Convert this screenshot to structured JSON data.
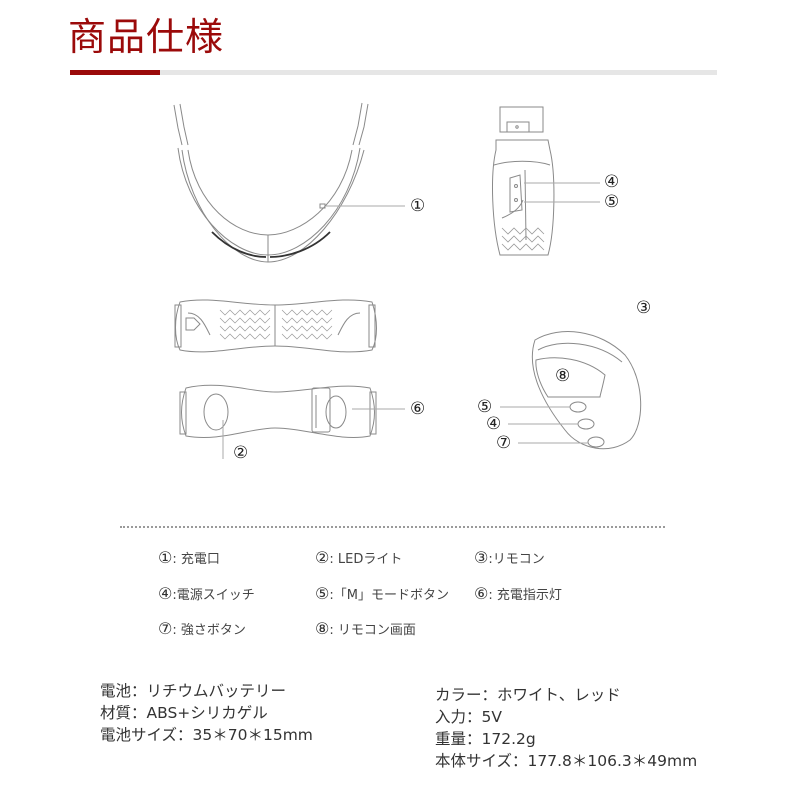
{
  "header": {
    "title": "商品仕様",
    "accent_color": "#9b0a0a"
  },
  "diagram": {
    "callouts": {
      "c1": "①",
      "c4a": "④",
      "c5a": "⑤",
      "c3": "③",
      "c8": "⑧",
      "c5b": "⑤",
      "c4b": "④",
      "c7": "⑦",
      "c6": "⑥",
      "c2": "②"
    }
  },
  "legend": {
    "items": [
      {
        "num": "①",
        "sep": ": ",
        "label": "充電口"
      },
      {
        "num": "②",
        "sep": ": ",
        "label": "LEDライト"
      },
      {
        "num": "③",
        "sep": ":",
        "label": "リモコン"
      },
      {
        "num": "④",
        "sep": ":",
        "label": "電源スイッチ"
      },
      {
        "num": "⑤",
        "sep": ":",
        "label": "「M」モードボタン"
      },
      {
        "num": "⑥",
        "sep": ": ",
        "label": "充電指示灯"
      },
      {
        "num": "⑦",
        "sep": ": ",
        "label": "強さボタン"
      },
      {
        "num": "⑧",
        "sep": ": ",
        "label": "リモコン画面"
      }
    ]
  },
  "specs": {
    "left": [
      "電池：リチウムバッテリー",
      "材質：ABS+シリカゲル",
      "電池サイズ：35＊70＊15mm"
    ],
    "right": [
      "カラー：ホワイト、レッド",
      "入力：5V",
      "重量：172.2g",
      "本体サイズ：177.8＊106.3＊49mm"
    ]
  }
}
